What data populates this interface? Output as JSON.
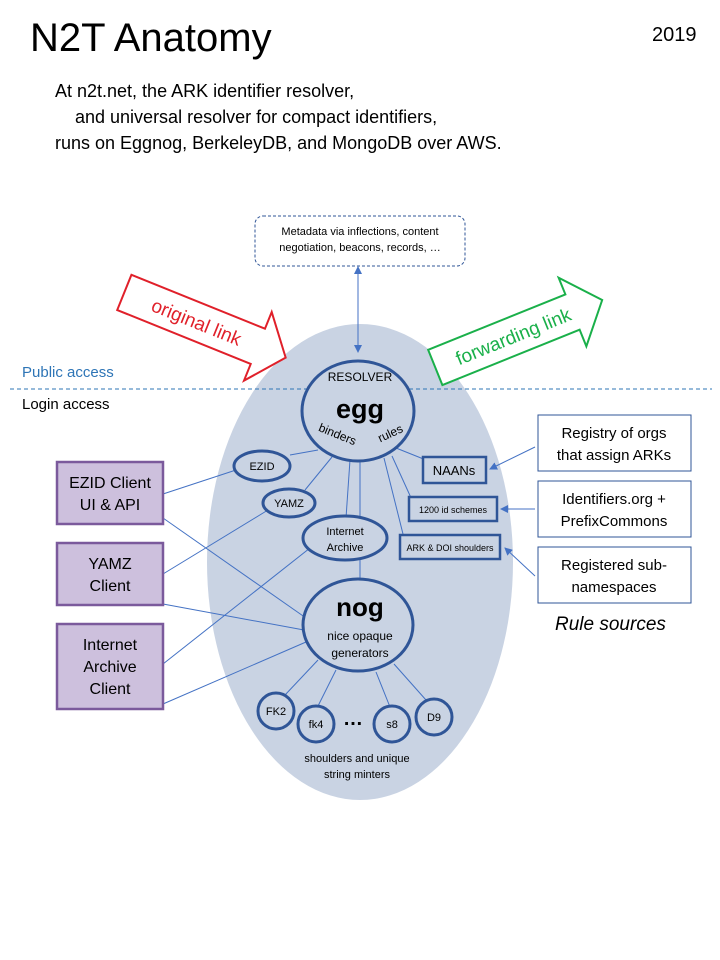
{
  "header": {
    "title": "N2T Anatomy",
    "year": "2019",
    "intro": [
      "At n2t.net, the ARK identifier resolver,",
      "and universal resolver for compact identifiers,",
      "runs on Eggnog, BerkeleyDB, and MongoDB over AWS."
    ]
  },
  "metadata_box": [
    "Metadata via inflections, content",
    "negotiation, beacons, records, …"
  ],
  "arrows": {
    "original": "original link",
    "forwarding": "forwarding link"
  },
  "access": {
    "public": "Public access",
    "login": "Login access"
  },
  "resolver": {
    "label": "RESOLVER",
    "name": "egg",
    "binders": "binders",
    "rules": "rules"
  },
  "binders": {
    "ezid": "EZID",
    "yamz": "YAMZ",
    "internet_archive": [
      "Internet",
      "Archive"
    ]
  },
  "rule_boxes": {
    "naans": "NAANs",
    "schemes": "1200 id schemes",
    "shoulders": "ARK & DOI shoulders"
  },
  "nog": {
    "name": "nog",
    "desc": [
      "nice opaque",
      "generators"
    ],
    "minters": [
      "FK2",
      "fk4",
      "s8",
      "D9"
    ],
    "ellipsis": "…",
    "caption": [
      "shoulders and unique",
      "string minters"
    ]
  },
  "clients": {
    "ezid": [
      "EZID Client",
      "UI & API"
    ],
    "yamz": [
      "YAMZ",
      "Client"
    ],
    "ia": [
      "Internet",
      "Archive",
      "Client"
    ]
  },
  "sources": {
    "registry": [
      "Registry of orgs",
      "that assign ARKs"
    ],
    "identifiers": [
      "Identifiers.org +",
      "PrefixCommons"
    ],
    "subnamespaces": [
      "Registered sub-",
      "namespaces"
    ],
    "caption": "Rule sources"
  },
  "colors": {
    "ellipse_fill": "#c9d3e3",
    "node_stroke": "#2f5597",
    "client_fill": "#cdc0dd",
    "client_stroke": "#7b5a9c",
    "red": "#e0202a",
    "green": "#1ab04a",
    "line_blue": "#4472c4"
  }
}
